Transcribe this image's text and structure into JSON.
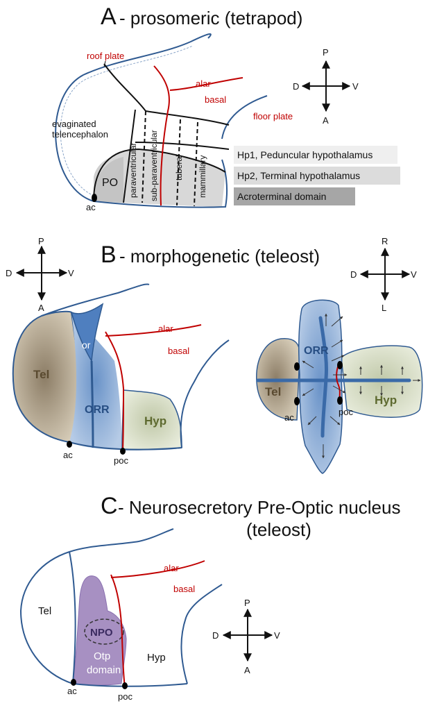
{
  "panel_a": {
    "letter": "A",
    "title": "- prosomeric (tetrapod)",
    "roof_plate": "roof plate",
    "floor_plate": "floor plate",
    "alar": "alar",
    "basal": "basal",
    "evaginated_1": "evaginated",
    "evaginated_2": "telencephalon",
    "po": "PO",
    "ac": "ac",
    "paraventricular": "paraventricular",
    "subparaventricular": "sub-paraventricular",
    "tuberal": "tuberal",
    "mammillary": "mammillary",
    "legend": [
      {
        "label": "Hp1, Peduncular hypothalamus",
        "color": "#efefef"
      },
      {
        "label": "Hp2, Terminal hypothalamus",
        "color": "#d9d9d9"
      },
      {
        "label": "Acroterminal domain",
        "color": "#a6a6a6"
      }
    ],
    "axes": {
      "top": "P",
      "bottom": "A",
      "left": "D",
      "right": "V"
    }
  },
  "panel_b": {
    "letter": "B",
    "title": "- morphogenetic (teleost)",
    "or": "or",
    "orr": "ORR",
    "tel": "Tel",
    "hyp": "Hyp",
    "alar": "alar",
    "basal": "basal",
    "ac": "ac",
    "poc": "poc",
    "axes_left": {
      "top": "P",
      "bottom": "A",
      "left": "D",
      "right": "V"
    },
    "axes_right": {
      "top": "R",
      "bottom": "L",
      "left": "D",
      "right": "V"
    },
    "right_orr": "ORR",
    "right_tel": "Tel",
    "right_hyp": "Hyp",
    "right_ac": "ac",
    "right_poc": "poc"
  },
  "panel_c": {
    "letter": "C",
    "title_line1": "- Neurosecretory Pre-Optic nucleus",
    "title_line2": "(teleost)",
    "tel": "Tel",
    "npo": "NPO",
    "otp1": "Otp",
    "otp2": "domain",
    "hyp": "Hyp",
    "alar": "alar",
    "basal": "basal",
    "ac": "ac",
    "poc": "poc",
    "axes": {
      "top": "P",
      "bottom": "A",
      "left": "D",
      "right": "V"
    }
  },
  "colors": {
    "outline": "#2f5a91",
    "red": "#c00000",
    "tel_fill": "#b8ab94",
    "orr_fill": "#7ea6d6",
    "hyp_fill": "#d6dcc4",
    "otp_fill": "#a790c2"
  }
}
